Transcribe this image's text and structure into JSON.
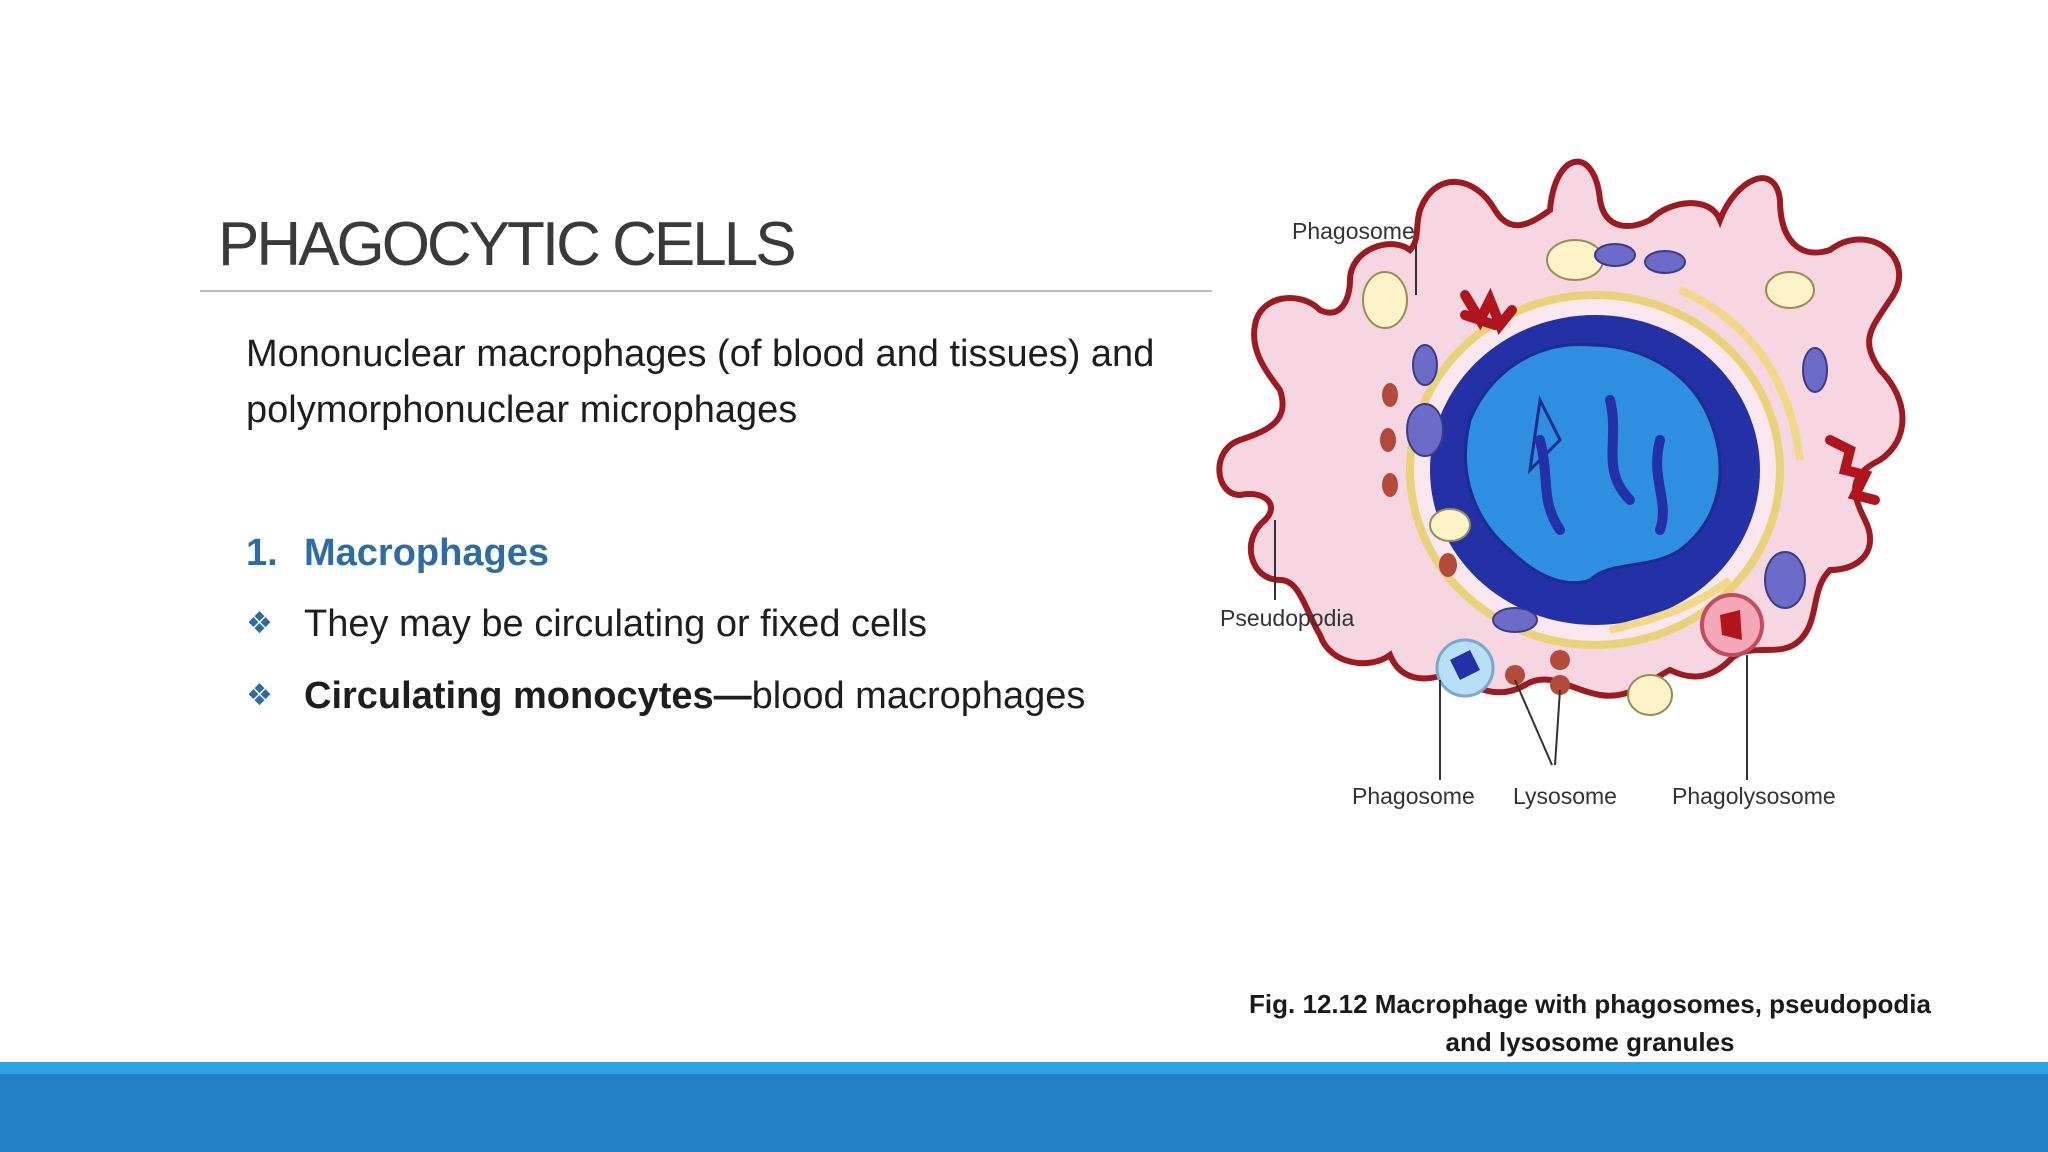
{
  "slide": {
    "title": "PHAGOCYTIC CELLS",
    "intro_line1": "Mononuclear macrophages (of blood and tissues) and",
    "intro_line2": "polymorphonuclear microphages",
    "heading_number": "1.",
    "heading_text": "Macrophages",
    "bullet_icon": "diamond-bullet-icon",
    "bullet1": "They may be circulating or fixed cells",
    "bullet2_bold": "Circulating monocytes—",
    "bullet2_rest": "blood macrophages"
  },
  "figure": {
    "label_phagosome_top": "Phagosome",
    "label_pseudopodia": "Pseudopodia",
    "label_phagosome_bottom": "Phagosome",
    "label_lysosome": "Lysosome",
    "label_phagolysosome": "Phagolysosome",
    "caption_line1": "Fig. 12.12 Macrophage with phagosomes, pseudopodia",
    "caption_line2": "and lysosome granules"
  },
  "colors": {
    "heading": "#2e6ca4",
    "band_light": "#29a3e3",
    "band_dark": "#2480c4",
    "cytoplasm": "#f6d6e0",
    "membrane": "#9c1a22",
    "nucleus": "#2430a6",
    "chromatin": "#2e8ee0"
  }
}
